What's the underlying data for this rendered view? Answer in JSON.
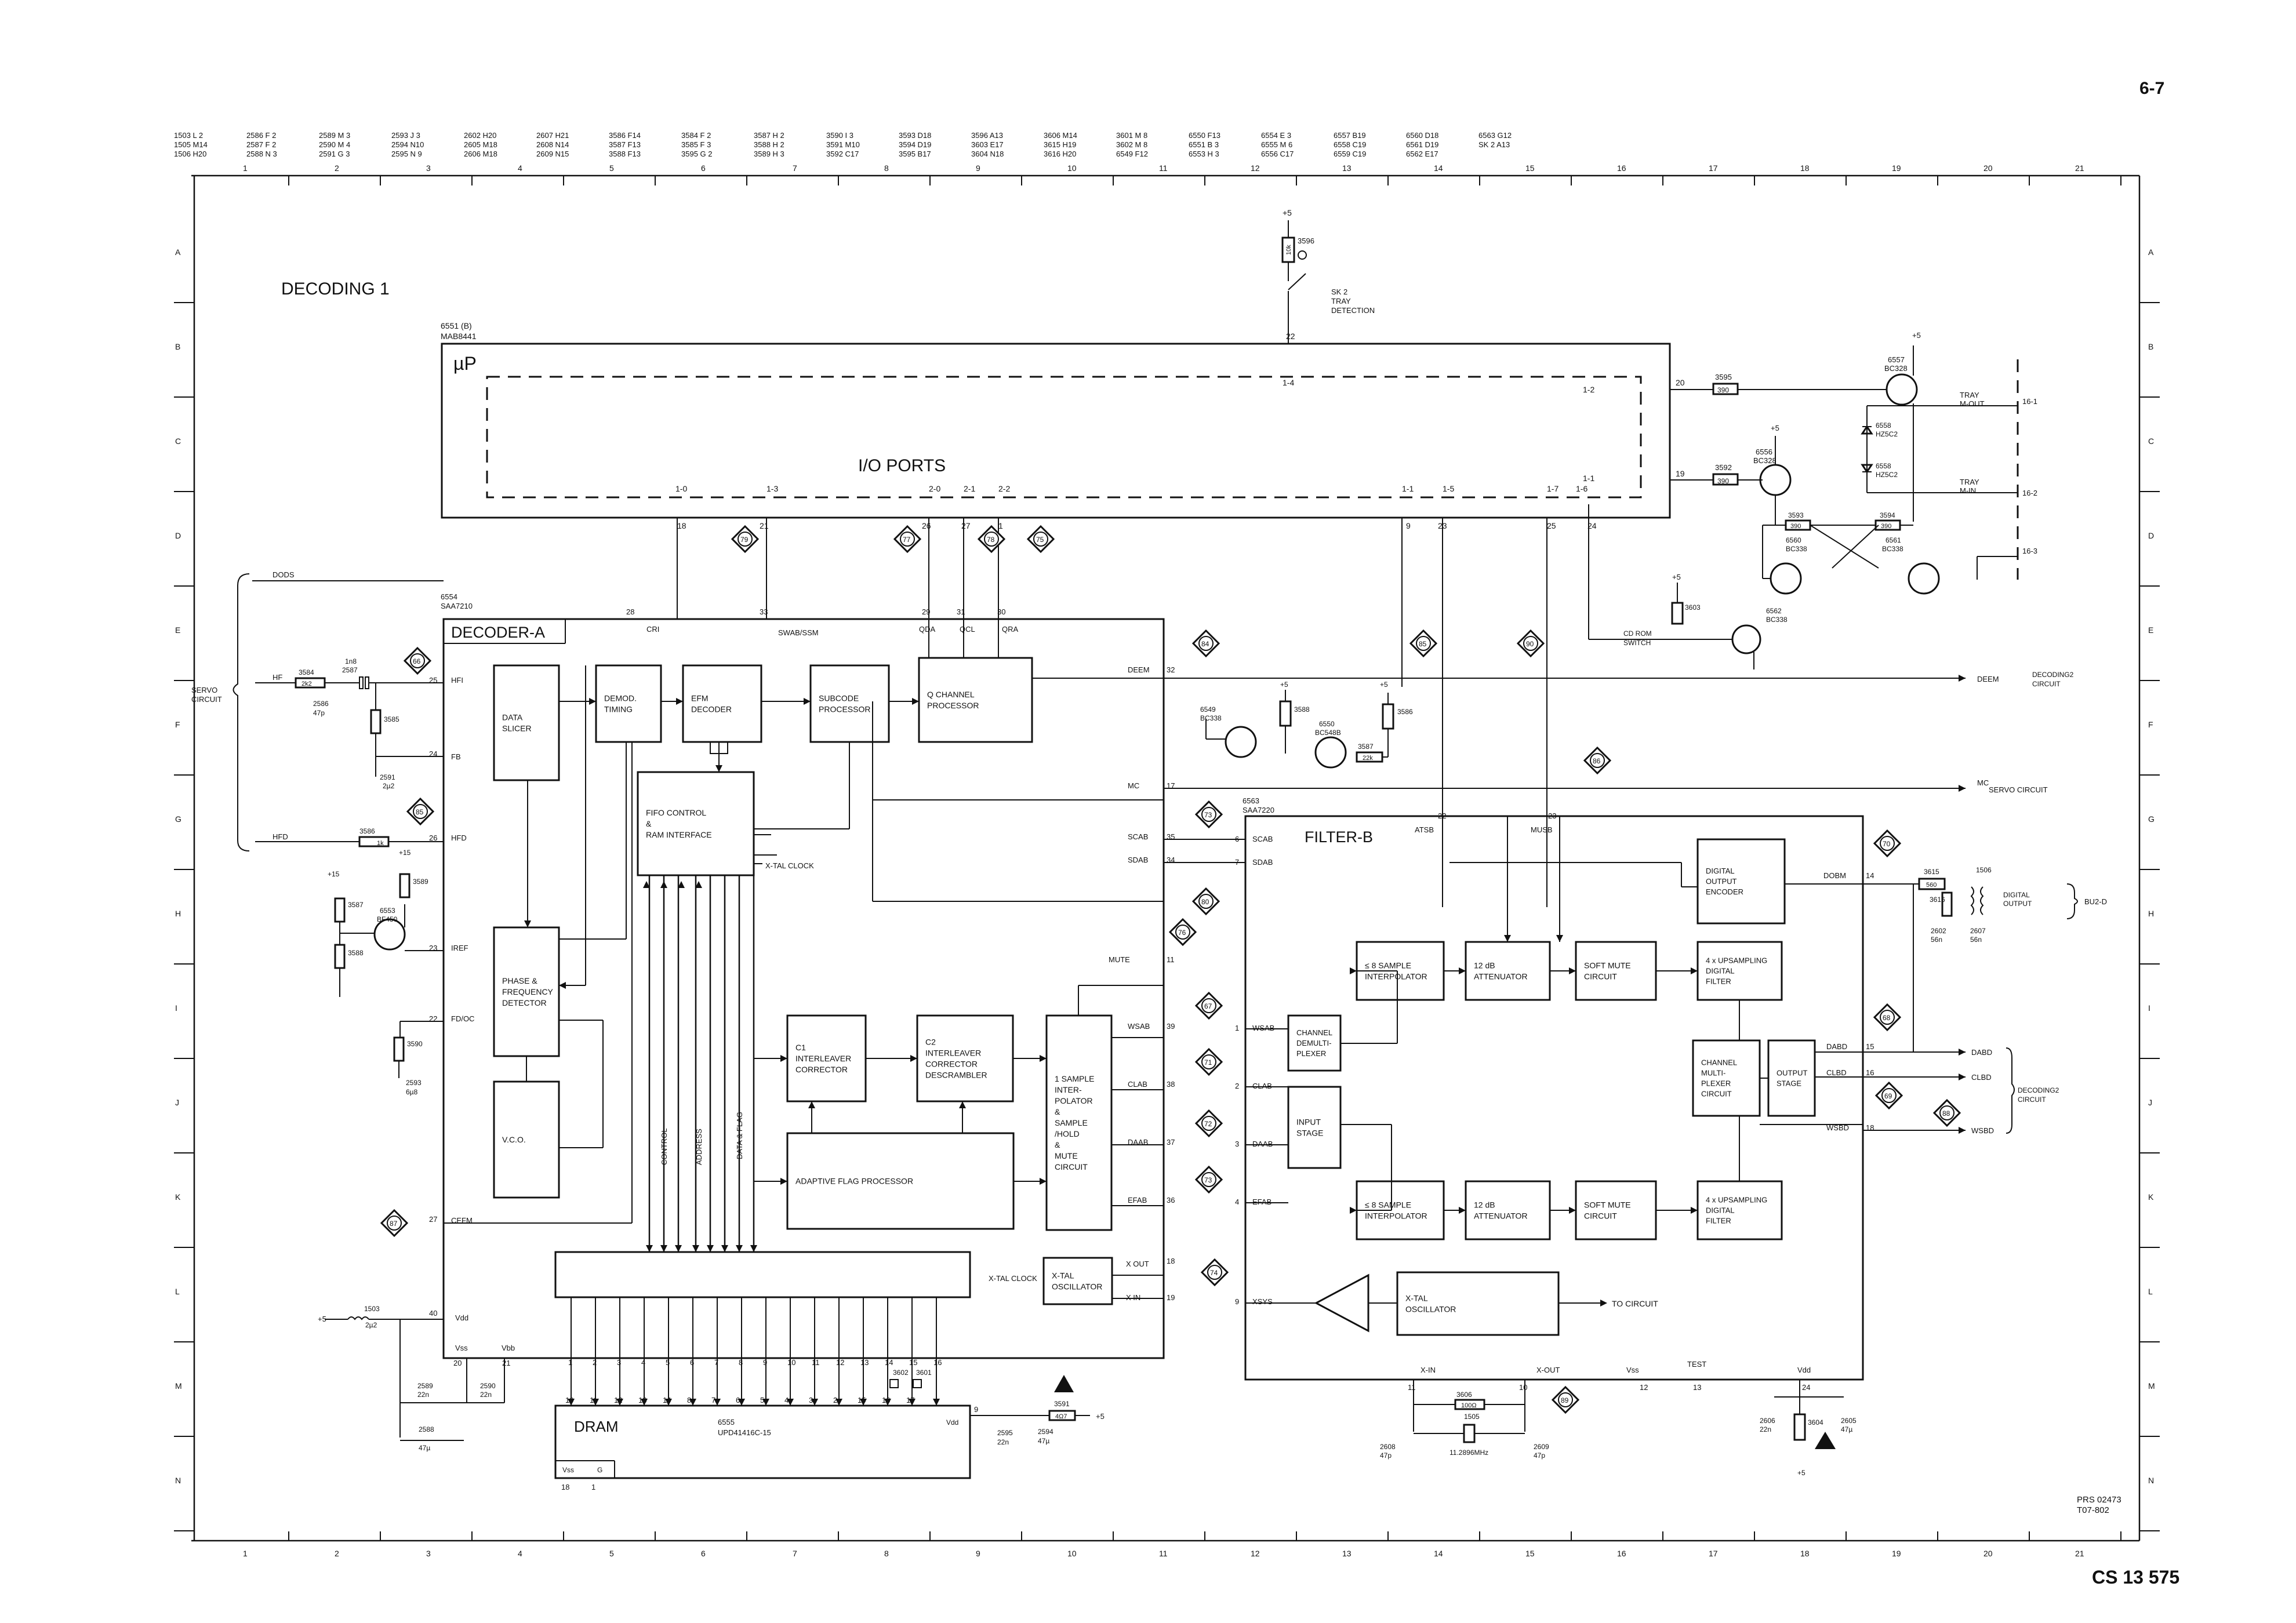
{
  "page_number": "6-7",
  "doc_code": "CS 13 575",
  "prs_code": "PRS 02473",
  "prs_sub": "T07-802",
  "title": "DECODING 1",
  "ref_table": [
    [
      "1503 L 2",
      "2586 F 2",
      "2589 M 3",
      "2593 J 3",
      "2602 H20",
      "2607 H21",
      "3586 F14",
      "3584 F 2",
      "3587 H 2",
      "3590 I 3",
      "3593 D18",
      "3596 A13",
      "3606 M14",
      "3601 M 8",
      "6550 F13",
      "6554 E 3",
      "6557 B19",
      "6560 D18",
      "6563 G12"
    ],
    [
      "1505 M14",
      "2587 F 2",
      "2590 M 4",
      "2594 N10",
      "2605 M18",
      "2608 N14",
      "3587 F13",
      "3585 F 3",
      "3588 H 2",
      "3591 M10",
      "3594 D19",
      "3603 E17",
      "3615 H19",
      "3602 M 8",
      "6551 B 3",
      "6555 M 6",
      "6558 C19",
      "6561 D19",
      "SK 2 A13"
    ],
    [
      "1506 H20",
      "2588 N 3",
      "2591 G 3",
      "2595 N 9",
      "2606 M18",
      "2609 N15",
      "3588 F13",
      "3595 G 2",
      "3589 H 3",
      "3592 C17",
      "3595 B17",
      "3604 N18",
      "3616 H20",
      "6549 F12",
      "6553 H 3",
      "6556 C17",
      "6559 C19",
      "6562 E17",
      ""
    ]
  ],
  "col_numbers": [
    "1",
    "2",
    "3",
    "4",
    "5",
    "6",
    "7",
    "8",
    "9",
    "10",
    "11",
    "12",
    "13",
    "14",
    "15",
    "16",
    "17",
    "18",
    "19",
    "20",
    "21"
  ],
  "row_letters": [
    "A",
    "B",
    "C",
    "D",
    "E",
    "F",
    "G",
    "H",
    "I",
    "J",
    "K",
    "L",
    "M",
    "N"
  ],
  "up": {
    "ref": "6551 (B)",
    "type": "MAB8441",
    "label": "µP",
    "io_label": "I/O PORTS",
    "port_labels": [
      "1-0",
      "1-3",
      "2-0",
      "2-1",
      "2-2",
      "1-1",
      "1-5",
      "1-7",
      "1-6",
      "1-2",
      "1-1",
      "1-4"
    ],
    "pins": [
      "18",
      "21",
      "26",
      "27",
      "1",
      "9",
      "23",
      "25",
      "24",
      "20",
      "19",
      "22"
    ]
  },
  "decoder": {
    "ref": "6554",
    "type": "SAA7210",
    "label": "DECODER-A",
    "blocks": {
      "data_slicer": [
        "DATA",
        "SLICER"
      ],
      "demod": [
        "DEMOD.",
        "TIMING"
      ],
      "efm": [
        "EFM",
        "DECODER"
      ],
      "subcode": [
        "SUBCODE",
        "PROCESSOR"
      ],
      "qchannel": [
        "Q CHANNEL",
        "PROCESSOR"
      ],
      "fifo": [
        "FIFO CONTROL",
        "&",
        "RAM INTERFACE"
      ],
      "pfd": [
        "PHASE &",
        "FREQUENCY",
        "DETECTOR"
      ],
      "vco": "V.C.O.",
      "c1": [
        "C1",
        "INTERLEAVER",
        "CORRECTOR"
      ],
      "c2": [
        "C2",
        "INTERLEAVER",
        "CORRECTOR",
        "DESCRAMBLER"
      ],
      "afp": "ADAPTIVE FLAG PROCESSOR",
      "interp": [
        "1 SAMPLE",
        "INTER-",
        "POLATOR",
        "&",
        "SAMPLE",
        "/HOLD",
        "&",
        "MUTE",
        "CIRCUIT"
      ],
      "xtal": [
        "X-TAL",
        "OSCILLATOR"
      ]
    },
    "bus": [
      "CONTROL",
      "ADDRESS",
      "DATA & FLAG"
    ],
    "pins": {
      "p25": "25",
      "p24": "24",
      "p26": "26",
      "p23": "23",
      "p22": "22",
      "p27": "27",
      "p40": "40",
      "p20": "20",
      "p21": "21",
      "p28": "28",
      "p33": "33",
      "p29": "29",
      "p31": "31",
      "p30": "30",
      "p32": "32",
      "p17": "17",
      "p35": "35",
      "p34": "34",
      "p11": "11",
      "p39": "39",
      "p38": "38",
      "p37": "37",
      "p36": "36",
      "p18": "18",
      "p19": "19"
    },
    "sig": {
      "hfi": "HFI",
      "fb": "FB",
      "hfd": "HFD",
      "iref": "IREF",
      "fdoc": "FD/OC",
      "cefm": "CEFM",
      "vdd": "Vdd",
      "vss": "Vss",
      "vbb": "Vbb",
      "cri": "CRI",
      "swab": "SWAB/SSM",
      "qda": "QDA",
      "qcl": "QCL",
      "qra": "QRA",
      "deem": "DEEM",
      "mc": "MC",
      "scab": "SCAB",
      "sdab": "SDAB",
      "mute": "MUTE",
      "wsab": "WSAB",
      "clab": "CLAB",
      "daab": "DAAB",
      "efab": "EFAB",
      "xout": "X OUT",
      "xin": "X IN",
      "xtal_clock": "X-TAL CLOCK"
    }
  },
  "filter": {
    "ref": "6563",
    "type": "SAA7220",
    "label": "FILTER-B",
    "pins": {
      "p6": "6",
      "p7": "7",
      "p22": "22",
      "p23": "23",
      "p1": "1",
      "p2": "2",
      "p3": "3",
      "p4": "4",
      "p9": "9",
      "p14": "14",
      "p15": "15",
      "p16": "16",
      "p18": "18",
      "p12": "12",
      "p13": "13",
      "p24": "24",
      "p11": "11",
      "p10": "10"
    },
    "sig": {
      "scab": "SCAB",
      "sdab": "SDAB",
      "atsb": "ATSB",
      "musb": "MUSB",
      "wsab": "WSAB",
      "clab": "CLAB",
      "daab": "DAAB",
      "efab": "EFAB",
      "xsys": "XSYS",
      "dobm": "DOBM",
      "dabd": "DABD",
      "clbd": "CLBD",
      "wsbd": "WSBD",
      "xin": "X-IN",
      "xout": "X-OUT",
      "vss": "Vss",
      "test": "TEST",
      "vdd": "Vdd"
    },
    "blocks": {
      "demux": [
        "CHANNEL",
        "DEMULTI-",
        "PLEXER"
      ],
      "input": [
        "INPUT",
        "STAGE"
      ],
      "interp1": [
        "≤ 8 SAMPLE",
        "INTERPOLATOR"
      ],
      "interp2": [
        "≤ 8 SAMPLE",
        "INTERPOLATOR"
      ],
      "att1": [
        "12 dB",
        "ATTENUATOR"
      ],
      "att2": [
        "12 dB",
        "ATTENUATOR"
      ],
      "mute1": [
        "SOFT MUTE",
        "CIRCUIT"
      ],
      "mute2": [
        "SOFT MUTE",
        "CIRCUIT"
      ],
      "ups1": [
        "4 x UPSAMPLING",
        "DIGITAL",
        "FILTER"
      ],
      "ups2": [
        "4 x UPSAMPLING",
        "DIGITAL",
        "FILTER"
      ],
      "doe": [
        "DIGITAL",
        "OUTPUT",
        "ENCODER"
      ],
      "mux": [
        "CHANNEL",
        "MULTI-",
        "PLEXER",
        "CIRCUIT"
      ],
      "out": [
        "OUTPUT",
        "STAGE"
      ],
      "xtal": [
        "X-TAL",
        "OSCILLATOR"
      ]
    },
    "to_circuit": "TO CIRCUIT"
  },
  "dram": {
    "label": "DRAM",
    "ref": "6555",
    "type": "UPD41416C-15",
    "vss": "Vss",
    "g": "G",
    "vdd": "Vdd",
    "top_pins": [
      "1",
      "2",
      "3",
      "4",
      "5",
      "6",
      "7",
      "8",
      "9",
      "10",
      "11",
      "12",
      "13",
      "14",
      "15",
      "16"
    ],
    "bot_pins": [
      "10",
      "11",
      "12",
      "13",
      "14",
      "8",
      "7",
      "6",
      "5",
      "4",
      "3",
      "2",
      "15",
      "16",
      "17"
    ],
    "p18": "18",
    "p1": "1",
    "p9": "9"
  },
  "components": {
    "r3596": "3596",
    "r3596v": "10k",
    "sk2": [
      "SK 2",
      "TRAY",
      "DETECTION"
    ],
    "p22": "22",
    "r3595": "3595",
    "r3595v": "390",
    "r3592": "3592",
    "r3592v": "390",
    "q6557": [
      "6557",
      "BC328"
    ],
    "q6556": [
      "6556",
      "BC328"
    ],
    "d6558a": [
      "6558",
      "HZ5C2"
    ],
    "d6558b": [
      "6558",
      "HZ5C2"
    ],
    "r3593": "3593",
    "r3593v": "390",
    "r3594": "3594",
    "r3594v": "390",
    "q6560": [
      "6560",
      "BC338"
    ],
    "q6561": [
      "6561",
      "BC338"
    ],
    "tray_out": [
      "TRAY",
      "M-OUT"
    ],
    "tray_in": [
      "TRAY",
      "M-IN"
    ],
    "c16_1": "16-1",
    "c16_2": "16-2",
    "c16_3": "16-3",
    "r3603": "3603",
    "cdrom": [
      "CD ROM",
      "SWITCH"
    ],
    "q6562": [
      "6562",
      "BC338"
    ],
    "deem_out": "DEEM",
    "deem_dest": [
      "DECODING2",
      "CIRCUIT"
    ],
    "mc_out": "MC",
    "mc_dest": "SERVO CIRCUIT",
    "q6549": [
      "6549",
      "BC338"
    ],
    "r3588": "3588",
    "q6550": [
      "6550",
      "BC548B"
    ],
    "r3587": "3587",
    "r3587v": "22k",
    "r3586": "3586",
    "r3615": "3615",
    "r3615v": "560",
    "r3616": "3616",
    "t1506": "1506",
    "dig_out": [
      "DIGITAL",
      "OUTPUT"
    ],
    "bu2": "BU2-D",
    "c2602": [
      "2602",
      "56n"
    ],
    "c2607": [
      "2607",
      "56n"
    ],
    "dabd_out": "DABD",
    "clbd_out": "CLBD",
    "wsbd_out": "WSBD",
    "dec2": [
      "DECODING2",
      "CIRCUIT"
    ],
    "servo": [
      "SERVO",
      "CIRCUIT"
    ],
    "dods": "DODS",
    "hf": "HF",
    "hfd_in": "HFD",
    "r3584": "3584",
    "r3584v": "2k2",
    "c2587": [
      "2587",
      "1n8"
    ],
    "c2586": [
      "2586",
      "47p"
    ],
    "r3585": "3585",
    "c2591": [
      "2591",
      "2µ2"
    ],
    "r3586b": "3586",
    "r3586bv": "1k",
    "r3589": "3589",
    "r3587b": "3587",
    "q6553": [
      "6553",
      "BF450"
    ],
    "r3588b": "3588",
    "r3590": "3590",
    "c2593": [
      "2593",
      "6µ8"
    ],
    "plus5": "+5",
    "plus15": "+15",
    "l1503": [
      "1503",
      "2µ2"
    ],
    "c2589": [
      "2589",
      "22n"
    ],
    "c2590": [
      "2590",
      "22n"
    ],
    "c2588": [
      "2588",
      "47µ"
    ],
    "r3591": "3591",
    "r3591v": "4Ω7",
    "c2595": [
      "2595",
      "22n"
    ],
    "c2594": [
      "2594",
      "47µ"
    ],
    "r3606": "3606",
    "r3606v": "100Ω",
    "x1505": [
      "1505",
      "11.2896MHz"
    ],
    "c2608": [
      "2608",
      "47p"
    ],
    "c2609": [
      "2609",
      "47p"
    ],
    "c2606": [
      "2606",
      "22n"
    ],
    "r3604": "3604",
    "c2605": [
      "2605",
      "47µ"
    ],
    "r3602": "3602",
    "r3601": "3601"
  },
  "markers": [
    "79",
    "77",
    "78",
    "75",
    "84",
    "85",
    "90",
    "66",
    "86",
    "73",
    "80",
    "76",
    "67",
    "71",
    "72",
    "73",
    "74",
    "89",
    "70",
    "68",
    "69",
    "88",
    "87",
    "85"
  ]
}
